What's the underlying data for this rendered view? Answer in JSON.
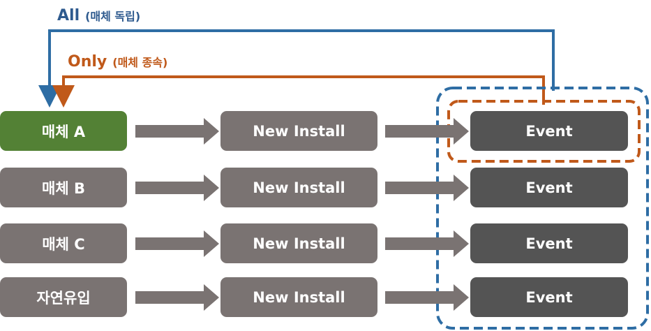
{
  "legend": {
    "all": {
      "label": "All",
      "note": "(매체 독립)",
      "color": "#2e5a8e"
    },
    "only": {
      "label": "Only",
      "note": "(매체 종속)",
      "color": "#c0591a"
    }
  },
  "rows": [
    {
      "media": "매체 A",
      "install": "New Install",
      "event": "Event",
      "media_color": "#538135"
    },
    {
      "media": "매체 B",
      "install": "New Install",
      "event": "Event",
      "media_color": "#7a7372"
    },
    {
      "media": "매체 C",
      "install": "New Install",
      "event": "Event",
      "media_color": "#7a7372"
    },
    {
      "media": "자연유입",
      "install": "New Install",
      "event": "Event",
      "media_color": "#7a7372"
    }
  ],
  "colors": {
    "arrow": "#7a7372",
    "install_box": "#7a7372",
    "event_box": "#545454",
    "group_all": "#2e6da4",
    "group_only": "#c0591a"
  }
}
